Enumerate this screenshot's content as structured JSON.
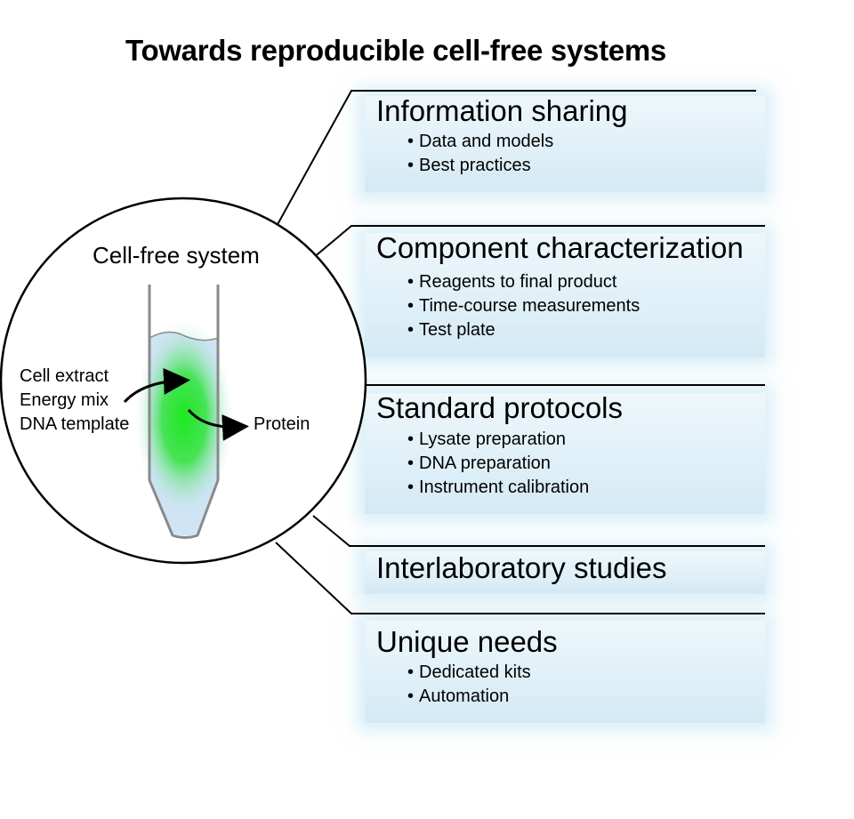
{
  "title": "Towards reproducible cell-free systems",
  "system": {
    "label": "Cell-free system",
    "inputs": [
      "Cell extract",
      "Energy mix",
      "DNA template"
    ],
    "output": "Protein"
  },
  "sections": [
    {
      "title": "Information sharing",
      "items": [
        "Data and models",
        "Best practices"
      ]
    },
    {
      "title": "Component characterization",
      "items": [
        "Reagents to final product",
        "Time-course measurements",
        "Test plate"
      ]
    },
    {
      "title": "Standard protocols",
      "items": [
        "Lysate preparation",
        "DNA preparation",
        "Instrument calibration"
      ]
    },
    {
      "title": "Interlaboratory studies",
      "items": []
    },
    {
      "title": "Unique needs",
      "items": [
        "Dedicated kits",
        "Automation"
      ]
    }
  ],
  "colors": {
    "panel": "#d4eaf5",
    "liquid": "#cfe4f5",
    "glow": "#1ee81e",
    "stroke": "#000000"
  }
}
